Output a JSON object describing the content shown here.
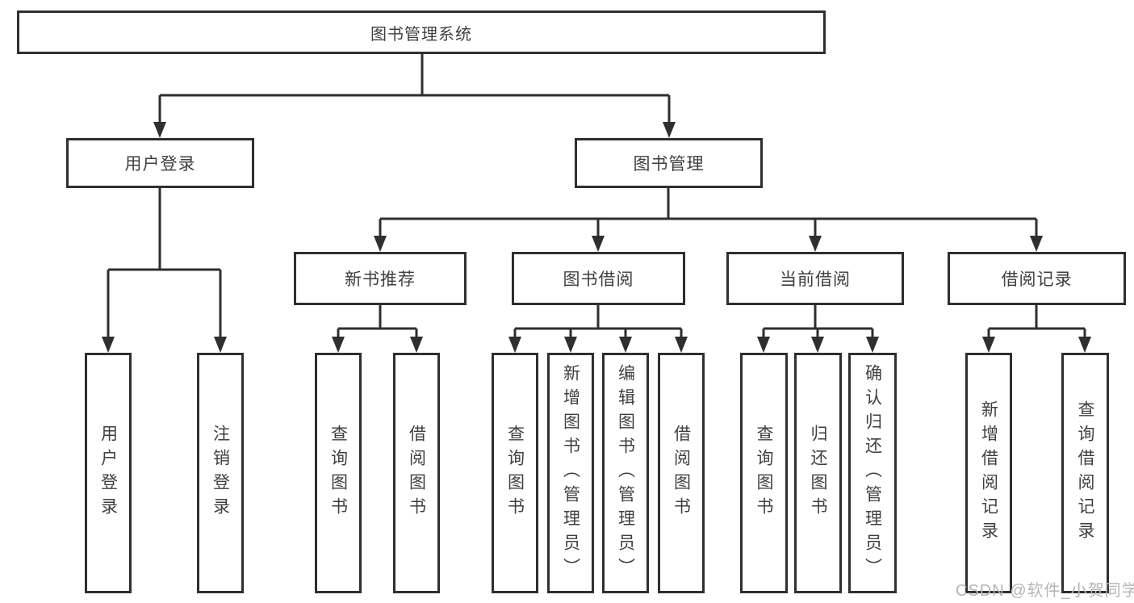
{
  "tree": {
    "root": "图书管理系统",
    "branches": [
      {
        "label": "用户登录",
        "children": [
          "用户登录",
          "注销登录"
        ]
      },
      {
        "label": "图书管理",
        "sections": [
          {
            "label": "新书推荐",
            "children": [
              "查询图书",
              "借阅图书"
            ]
          },
          {
            "label": "图书借阅",
            "children": [
              "查询图书",
              "新增图书（管理员）",
              "编辑图书（管理员）",
              "借阅图书"
            ]
          },
          {
            "label": "当前借阅",
            "children": [
              "查询图书",
              "归还图书",
              "确认归还（管理员）"
            ]
          },
          {
            "label": "借阅记录",
            "children": [
              "新增借阅记录",
              "查询借阅记录"
            ]
          }
        ]
      }
    ]
  },
  "watermark": {
    "text": "CSDN @软件_小贺同学"
  },
  "colors": {
    "line": "#2f2f2f",
    "text": "#3f3f3f",
    "box_background": "#ffffff",
    "watermark": "#b5b5b5"
  }
}
